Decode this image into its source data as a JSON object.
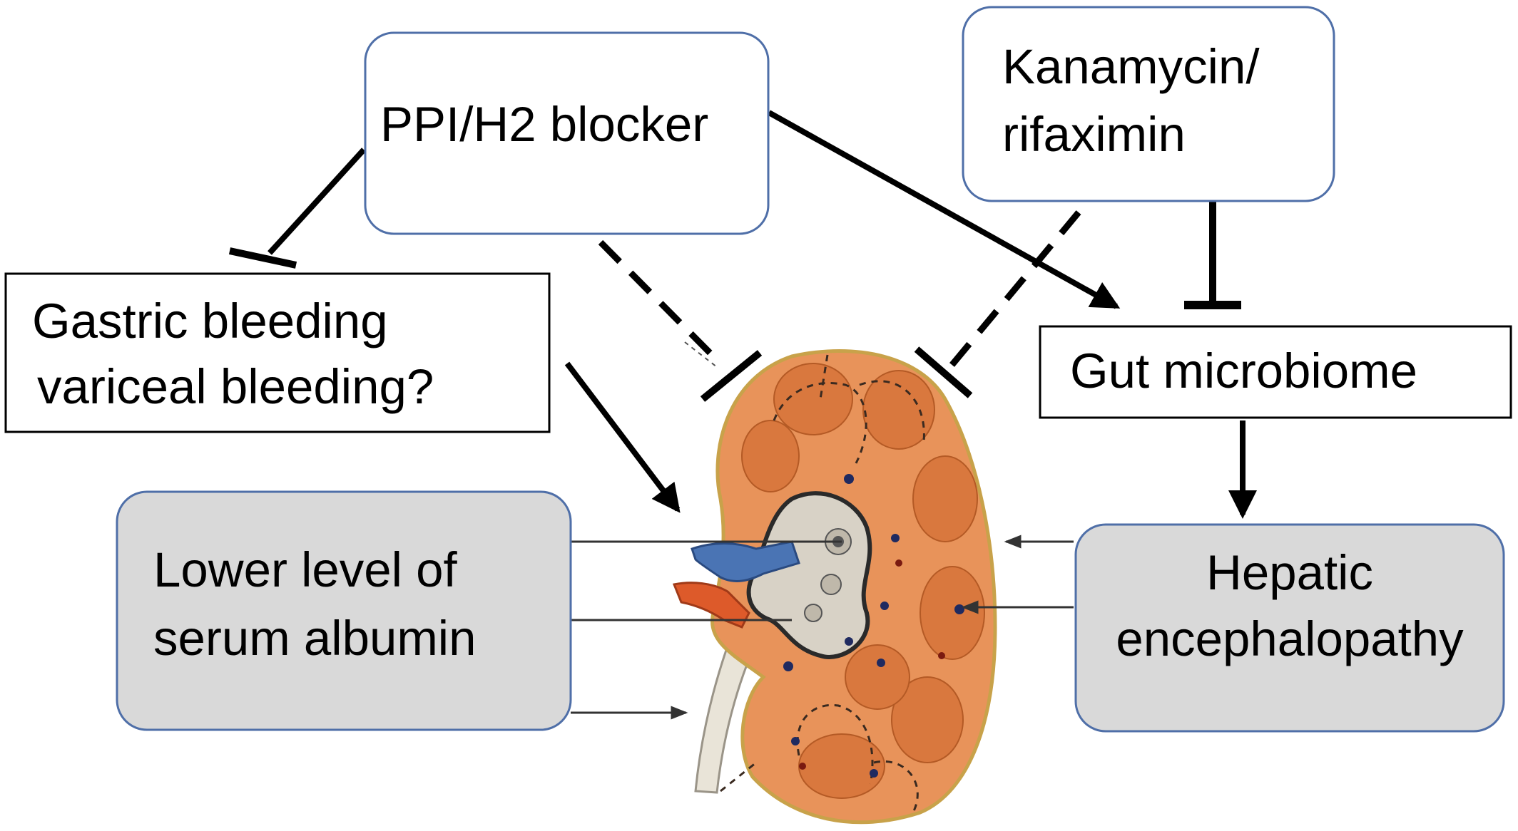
{
  "nodes": {
    "ppi_h2_blocker": {
      "label": "PPI/H2 blocker"
    },
    "kanamycin_rifaximin": {
      "line1": "Kanamycin/",
      "line2": "rifaximin"
    },
    "gastric_bleeding": {
      "line1": "Gastric bleeding",
      "line2": "variceal bleeding?"
    },
    "gut_microbiome": {
      "label": "Gut microbiome"
    },
    "serum_albumin": {
      "line1": "Lower level of",
      "line2": "serum albumin"
    },
    "hepatic_encephalopathy": {
      "line1": "Hepatic",
      "line2": "encephalopathy"
    }
  },
  "edges": [
    {
      "from": "ppi_h2_blocker",
      "to": "gastric_bleeding",
      "type": "inhibit",
      "style": "solid"
    },
    {
      "from": "ppi_h2_blocker",
      "to": "kidney",
      "type": "inhibit",
      "style": "dashed"
    },
    {
      "from": "ppi_h2_blocker",
      "to": "gut_microbiome",
      "type": "activate",
      "style": "solid"
    },
    {
      "from": "kanamycin_rifaximin",
      "to": "kidney",
      "type": "inhibit",
      "style": "dashed"
    },
    {
      "from": "kanamycin_rifaximin",
      "to": "gut_microbiome",
      "type": "inhibit",
      "style": "solid"
    },
    {
      "from": "gastric_bleeding",
      "to": "kidney",
      "type": "activate",
      "style": "solid"
    },
    {
      "from": "gut_microbiome",
      "to": "hepatic_encephalopathy",
      "type": "activate",
      "style": "solid"
    }
  ],
  "colors": {
    "box_border_blue": "#4f6fa8",
    "box_fill_gray": "#d9d9d9",
    "kidney_cortex": "#e8935a",
    "kidney_medulla": "#d9783e",
    "kidney_pelvis": "#d8d2c6",
    "renal_vein": "#4a74b4",
    "renal_artery": "#dd5a2a"
  }
}
